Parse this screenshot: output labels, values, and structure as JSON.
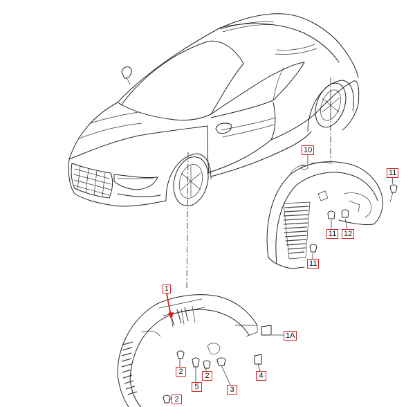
{
  "diagram": {
    "callouts": {
      "c10": "10",
      "c11a": "11",
      "c11b": "11",
      "c11c": "11",
      "c12": "12",
      "c1": "1",
      "c1A": "1A",
      "c2a": "2",
      "c2b": "2",
      "c2c": "2",
      "c3": "3",
      "c4": "4",
      "c5": "5"
    },
    "colors": {
      "callout_border": "#d61f1f",
      "arrow": "#d61f1f",
      "linework": "#222222"
    }
  }
}
